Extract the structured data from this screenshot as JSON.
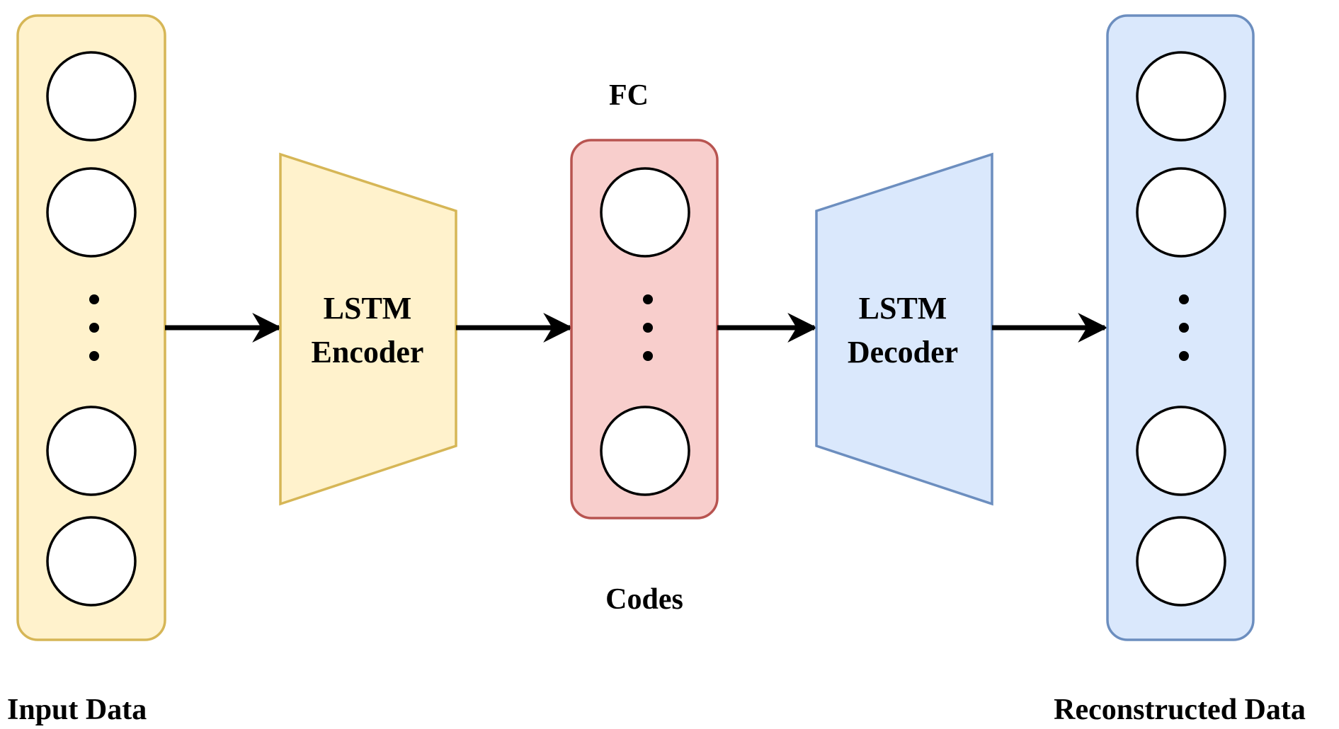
{
  "input_layer": {
    "label": "Input Data"
  },
  "encoder": {
    "line1": "LSTM",
    "line2": "Encoder"
  },
  "code_layer": {
    "top_label": "FC",
    "bottom_label": "Codes"
  },
  "decoder": {
    "line1": "LSTM",
    "line2": "Decoder"
  },
  "output_layer": {
    "label": "Reconstructed Data"
  },
  "colors": {
    "yellow_fill": "#fff2cc",
    "yellow_stroke": "#d6b656",
    "red_fill": "#f8cecc",
    "red_stroke": "#b85450",
    "blue_fill": "#dae8fc",
    "blue_stroke": "#6c8ebf",
    "arrow": "#000000"
  }
}
